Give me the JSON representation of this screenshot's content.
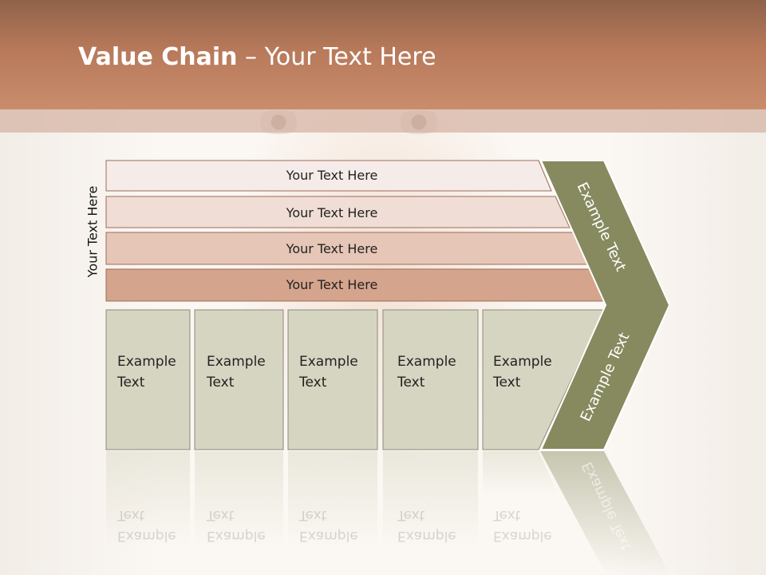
{
  "slide": {
    "title_bold": "Value Chain",
    "title_rest": " – Your Text Here",
    "side_label": "Your Text Here"
  },
  "bars": [
    {
      "label": "Your Text Here",
      "fill": "#f5ece9"
    },
    {
      "label": "Your Text Here",
      "fill": "#f0ded6"
    },
    {
      "label": "Your Text Here",
      "fill": "#e6c6b6"
    },
    {
      "label": "Your Text Here",
      "fill": "#d5a48c"
    }
  ],
  "cells": [
    {
      "line1": "Example",
      "line2": "Text"
    },
    {
      "line1": "Example",
      "line2": "Text"
    },
    {
      "line1": "Example",
      "line2": "Text"
    },
    {
      "line1": "Example",
      "line2": "Text"
    },
    {
      "line1": "Example",
      "line2": "Text"
    }
  ],
  "chevron": {
    "upper_label": "Example Text",
    "lower_label": "Example Text",
    "fill": "#868a5e"
  },
  "colors": {
    "header": "#c07f5f",
    "cell_fill": "#d6d5c1",
    "cell_border": "#8b8b7a",
    "bar_border": "#9d6c58"
  }
}
